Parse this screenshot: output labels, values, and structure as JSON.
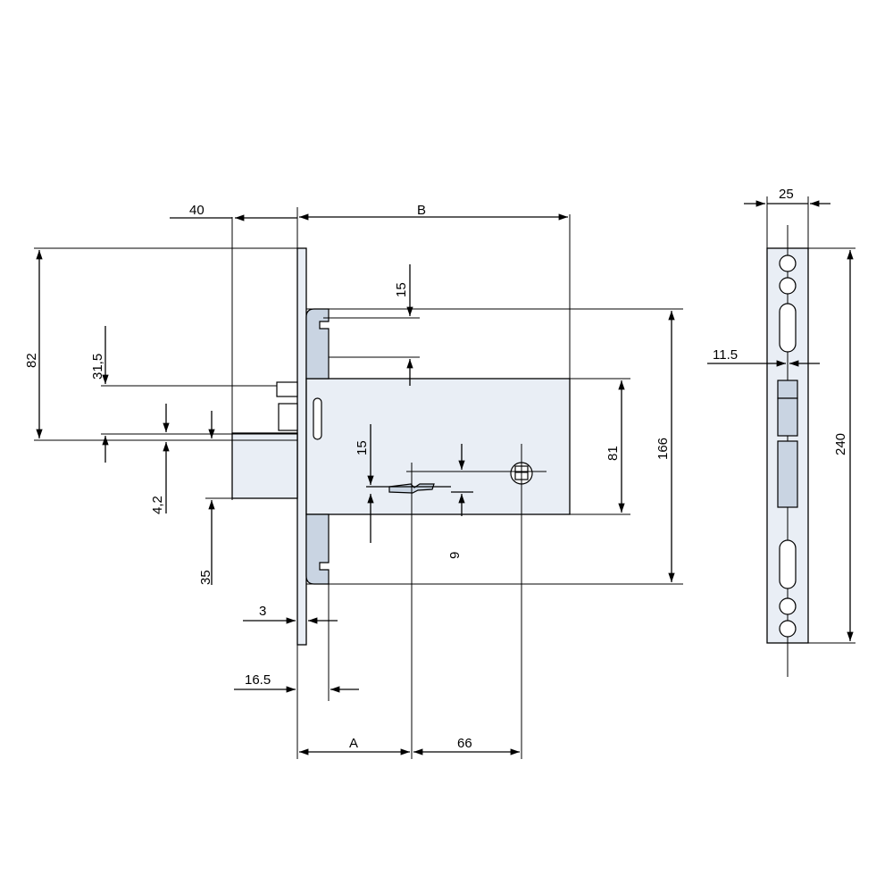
{
  "dimensions": {
    "d40": "40",
    "dB": "B",
    "d15_top": "15",
    "d82": "82",
    "d31_5": "31,5",
    "d4_2": "4,2",
    "d35": "35",
    "d15_mid": "15",
    "d9": "9",
    "d81": "81",
    "d166": "166",
    "d3": "3",
    "d16_5": "16.5",
    "dA": "A",
    "d66": "66",
    "d25": "25",
    "d11_5": "11.5",
    "d240": "240"
  },
  "colors": {
    "body": "#e9eef5",
    "part": "#c9d4e2",
    "line": "#000000"
  }
}
